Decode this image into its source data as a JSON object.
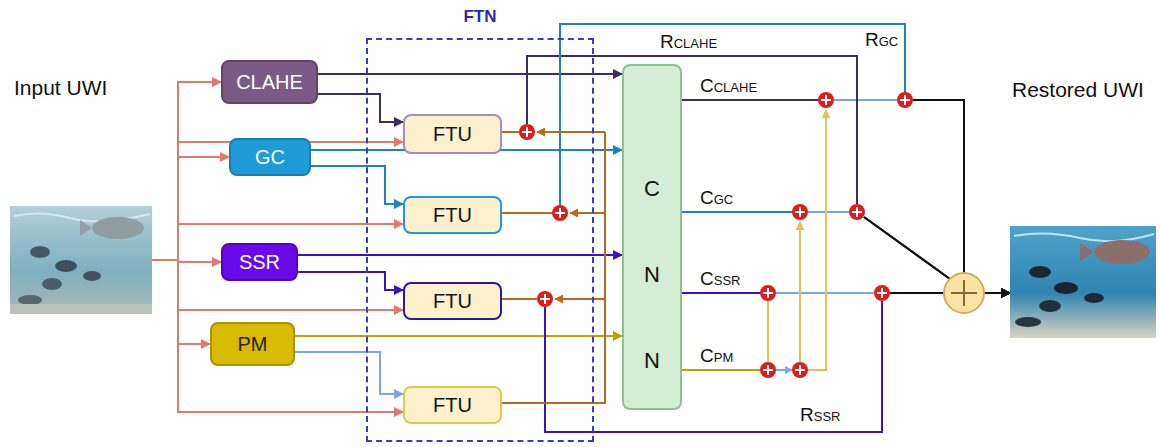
{
  "diagram": {
    "nodes": [
      {
        "text": [
          "Input UWI"
        ]
      },
      {
        "text": [
          "CLAHE"
        ]
      },
      {
        "text": [
          "GC"
        ]
      },
      {
        "text": [
          "SSR"
        ]
      },
      {
        "text": [
          "PM"
        ]
      },
      {
        "text": [
          "FTN"
        ]
      },
      {
        "text": [
          "FTU"
        ],
        "in": 5
      },
      {
        "text": [
          "FTU"
        ],
        "in": 5
      },
      {
        "text": [
          "FTU"
        ],
        "in": 5
      },
      {
        "text": [
          "FTU"
        ],
        "in": 5
      },
      {
        "text": [
          "C N N"
        ]
      },
      {
        "text": [
          "Restored UWI"
        ]
      }
    ],
    "edges": [
      {
        "from": 0,
        "to": 1,
        "arrow": "to"
      },
      {
        "from": 0,
        "to": 6,
        "arrow": "to"
      },
      {
        "from": 0,
        "to": 2,
        "arrow": "to"
      },
      {
        "from": 0,
        "to": 7,
        "arrow": "to"
      },
      {
        "from": 0,
        "to": 3,
        "arrow": "to"
      },
      {
        "from": 0,
        "to": 8,
        "arrow": "to"
      },
      {
        "from": 0,
        "to": 4,
        "arrow": "to"
      },
      {
        "from": 0,
        "to": 9,
        "arrow": "to"
      },
      {
        "from": 1,
        "to": 6,
        "arrow": "to"
      },
      {
        "from": 2,
        "to": 7,
        "arrow": "to"
      },
      {
        "from": 3,
        "to": 8,
        "arrow": "to"
      },
      {
        "from": 4,
        "to": 9,
        "arrow": "to"
      },
      {
        "from": 1,
        "to": 10,
        "arrow": "to"
      },
      {
        "from": 2,
        "to": 10,
        "arrow": "to"
      },
      {
        "from": 3,
        "to": 10,
        "arrow": "to"
      },
      {
        "from": 4,
        "to": 10,
        "arrow": "to"
      },
      {
        "from": 10,
        "to": 11,
        "label": "CCLAHE",
        "arrow": "to"
      },
      {
        "from": 10,
        "to": 11,
        "label": "CGC",
        "arrow": "to"
      },
      {
        "from": 10,
        "to": 11,
        "label": "CSSR",
        "arrow": "to"
      },
      {
        "from": 10,
        "to": 11,
        "label": "CPM",
        "arrow": "to"
      },
      {
        "from": 6,
        "to": 11,
        "label": "RCLAHE",
        "arrow": "to"
      },
      {
        "from": 7,
        "to": 11,
        "label": "RGC",
        "arrow": "to"
      },
      {
        "from": 8,
        "to": 11,
        "label": "RSSR",
        "arrow": "to"
      }
    ]
  }
}
